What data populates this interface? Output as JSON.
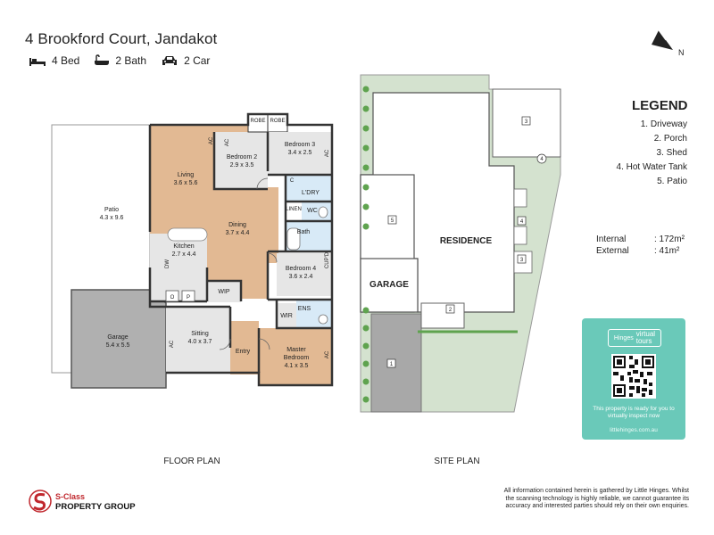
{
  "header": {
    "title": "4 Brookford Court, Jandakot",
    "beds": "4 Bed",
    "baths": "2 Bath",
    "cars": "2 Car"
  },
  "north": "N",
  "floor_plan": {
    "caption": "FLOOR PLAN",
    "rooms": {
      "patio": {
        "name": "Patio",
        "dims": "4.3 x 9.6"
      },
      "garage": {
        "name": "Garage",
        "dims": "5.4 x 5.5"
      },
      "living": {
        "name": "Living",
        "dims": "3.6 x 5.6"
      },
      "bedroom2": {
        "name": "Bedroom 2",
        "dims": "2.9 x 3.5"
      },
      "bedroom3": {
        "name": "Bedroom 3",
        "dims": "3.4 x 2.5"
      },
      "dining": {
        "name": "Dining",
        "dims": "3.7 x 4.4"
      },
      "kitchen": {
        "name": "Kitchen",
        "dims": "2.7 x 4.4"
      },
      "bedroom4": {
        "name": "Bedroom 4",
        "dims": "3.6 x 2.4"
      },
      "sitting": {
        "name": "Sitting",
        "dims": "4.0 x 3.7"
      },
      "master": {
        "name": "Master",
        "name2": "Bedroom",
        "dims": "4.1 x 3.5"
      }
    },
    "small_labels": {
      "robe1": "ROBE",
      "robe2": "ROBE",
      "ldry": "L'DRY",
      "linen": "LINEN",
      "wc": "WC",
      "bath": "Bath",
      "wip": "WIP",
      "wir": "WIR",
      "ens": "ENS",
      "entry": "Entry",
      "cupd": "CUP'D",
      "dw": "DW",
      "c": "C",
      "o": "O",
      "p": "P",
      "ac": "AC"
    }
  },
  "site_plan": {
    "caption": "SITE PLAN",
    "residence": "RESIDENCE",
    "garage": "GARAGE",
    "markers": [
      "1",
      "2",
      "3",
      "4",
      "5"
    ]
  },
  "legend": {
    "title": "LEGEND",
    "items": [
      "1. Driveway",
      "2. Porch",
      "3. Shed",
      "4. Hot Water Tank",
      "5. Patio"
    ]
  },
  "areas": {
    "internal_label": "Internal",
    "internal_value": ": 172m²",
    "external_label": "External",
    "external_value": ": 41m²"
  },
  "tour": {
    "brand": "Hinges",
    "virtual": "virtual",
    "tours": "tours",
    "text": "This property is ready for you to virtually inspect now",
    "url": "littlehinges.com.au"
  },
  "brand": {
    "line1": "S-Class",
    "line2": "PROPERTY GROUP"
  },
  "disclaimer": "All information contained herein is gathered by Little Hinges. Whilst the scanning technology is highly reliable, we cannot guarantee its accuracy and interested parties should rely on their own enquiries.",
  "colors": {
    "wood": "#e2b993",
    "tile": "#e6e6e6",
    "wet": "#d8eaf7",
    "garage": "#b0b0b0",
    "grass": "#d4e2cf",
    "hedge": "#5fa34f",
    "accent": "#6ac9b9",
    "brand_red": "#c0272d"
  }
}
